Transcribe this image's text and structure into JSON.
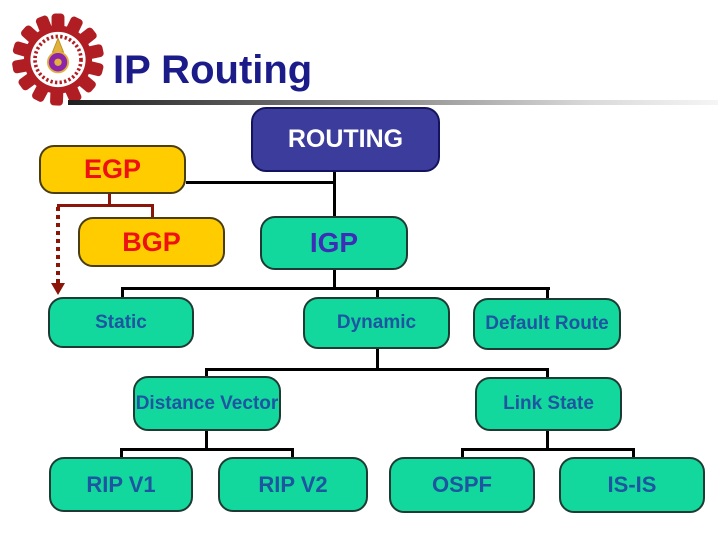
{
  "slide": {
    "title": "IP Routing",
    "logo": "university-gear-emblem"
  },
  "diagram": {
    "nodes": {
      "routing": "ROUTING",
      "egp": "EGP",
      "bgp": "BGP",
      "igp": "IGP",
      "static": "Static",
      "dynamic": "Dynamic",
      "default_route": "Default Route",
      "distance_vector": "Distance Vector",
      "link_state": "Link State",
      "rip_v1": "RIP V1",
      "rip_v2": "RIP V2",
      "ospf": "OSPF",
      "isis": "IS-IS"
    },
    "edges": [
      [
        "ROUTING",
        "EGP"
      ],
      [
        "ROUTING",
        "IGP"
      ],
      [
        "EGP",
        "BGP"
      ],
      [
        "EGP",
        "Static (dashed red arrow)"
      ],
      [
        "IGP",
        "Static"
      ],
      [
        "IGP",
        "Dynamic"
      ],
      [
        "IGP",
        "Default Route"
      ],
      [
        "Dynamic",
        "Distance Vector"
      ],
      [
        "Dynamic",
        "Link State"
      ],
      [
        "Distance Vector",
        "RIP V1"
      ],
      [
        "Distance Vector",
        "RIP V2"
      ],
      [
        "Link State",
        "OSPF"
      ],
      [
        "Link State",
        "IS-IS"
      ]
    ],
    "colors": {
      "title_text": "#1b1b8a",
      "routing_fill": "#3c3c9c",
      "routing_text": "#ffffff",
      "egp_fill": "#ffcc00",
      "egp_text": "#ee1111",
      "igp_fill": "#12d89e",
      "igp_text": "#3d2eb8",
      "leaf_text": "#1e55a0",
      "connector": "#000000",
      "egp_connector": "#8b1508",
      "logo_red": "#b01e24",
      "logo_purple": "#8e24aa",
      "logo_gold": "#e2b13c"
    }
  }
}
